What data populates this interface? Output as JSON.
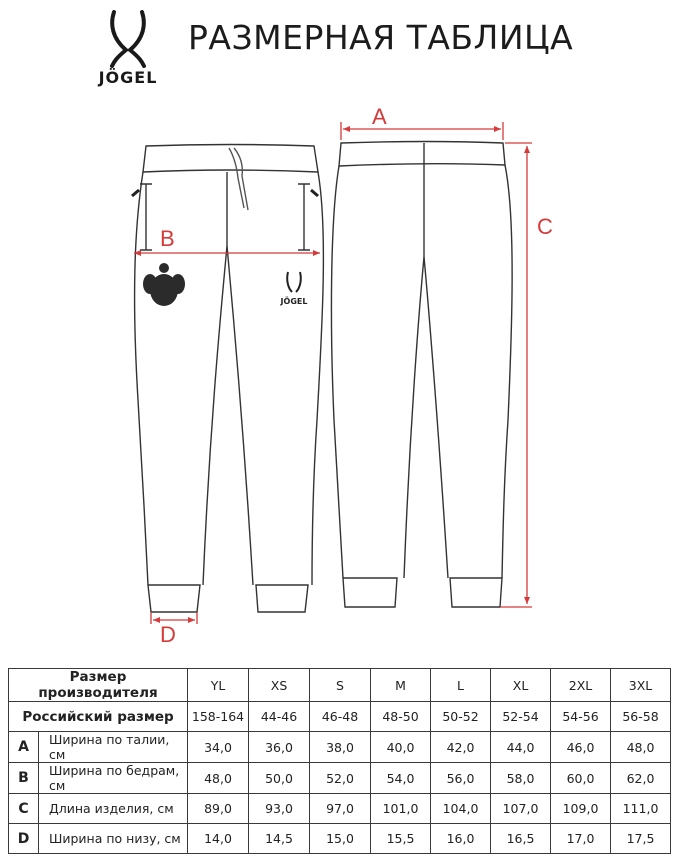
{
  "header": {
    "brand": "JÖGEL",
    "title": "РАЗМЕРНАЯ ТАБЛИЦА"
  },
  "diagram": {
    "labels": {
      "a": "A",
      "b": "B",
      "c": "C",
      "d": "D"
    },
    "front_logo_text": "JÖGEL",
    "colors": {
      "measure": "#d63a3a",
      "outline": "#333333"
    }
  },
  "table": {
    "manufacturer_label": "Размер производителя",
    "russian_label": "Российский размер",
    "sizes": [
      "YL",
      "XS",
      "S",
      "M",
      "L",
      "XL",
      "2XL",
      "3XL"
    ],
    "russian_sizes": [
      "158-164",
      "44-46",
      "46-48",
      "48-50",
      "50-52",
      "52-54",
      "54-56",
      "56-58"
    ],
    "rows": [
      {
        "letter": "A",
        "param": "Ширина по талии, см",
        "values": [
          "34,0",
          "36,0",
          "38,0",
          "40,0",
          "42,0",
          "44,0",
          "46,0",
          "48,0"
        ]
      },
      {
        "letter": "B",
        "param": "Ширина по бедрам, см",
        "values": [
          "48,0",
          "50,0",
          "52,0",
          "54,0",
          "56,0",
          "58,0",
          "60,0",
          "62,0"
        ]
      },
      {
        "letter": "C",
        "param": "Длина изделия, см",
        "values": [
          "89,0",
          "93,0",
          "97,0",
          "101,0",
          "104,0",
          "107,0",
          "109,0",
          "111,0"
        ]
      },
      {
        "letter": "D",
        "param": "Ширина по низу, см",
        "values": [
          "14,0",
          "14,5",
          "15,0",
          "15,5",
          "16,0",
          "16,5",
          "17,0",
          "17,5"
        ]
      }
    ]
  }
}
